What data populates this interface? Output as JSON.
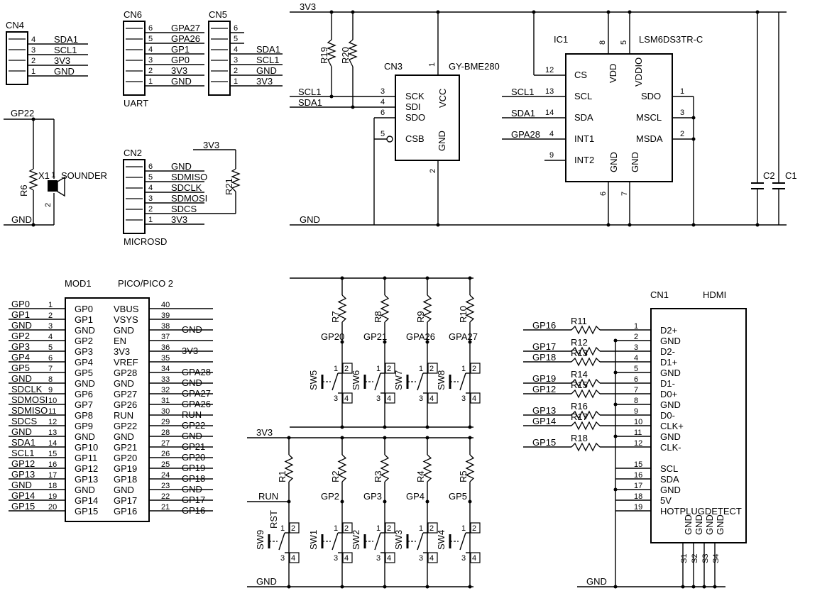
{
  "nets": {
    "v3": "3V3",
    "gnd": "GND"
  },
  "cn4": {
    "ref": "CN4",
    "pins": [
      "4",
      "3",
      "2",
      "1"
    ],
    "nets": [
      "SDA1",
      "SCL1",
      "3V3",
      "GND"
    ]
  },
  "cn6": {
    "ref": "CN6",
    "name": "UART",
    "pins": [
      "6",
      "5",
      "4",
      "3",
      "2",
      "1"
    ],
    "nets": [
      "GPA27",
      "GPA26",
      "GP1",
      "GP0",
      "3V3",
      "GND"
    ]
  },
  "cn5": {
    "ref": "CN5",
    "pins": [
      "6",
      "5",
      "4",
      "3",
      "2",
      "1"
    ],
    "nets": [
      "",
      "",
      "SDA1",
      "SCL1",
      "GND",
      "3V3"
    ]
  },
  "cn2": {
    "ref": "CN2",
    "name": "MICROSD",
    "pins": [
      "6",
      "5",
      "4",
      "3",
      "2",
      "1"
    ],
    "nets": [
      "GND",
      "SDMISO",
      "SDCLK",
      "SDMOSI",
      "SDCS",
      "3V3"
    ]
  },
  "sounder": {
    "net_top": "GP22",
    "net_bot": "GND",
    "r_ref": "R6",
    "x_ref": "X1",
    "x_name": "SOUNDER",
    "pin1": "1",
    "pin2": "2"
  },
  "r21": {
    "ref": "R21",
    "net": "3V3"
  },
  "cn3": {
    "ref": "CN3",
    "name": "GY-BME280",
    "pins": [
      "SCK",
      "SDI",
      "SDO",
      "CSB",
      "VCC",
      "GND"
    ],
    "pin_nums": [
      "3",
      "4",
      "6",
      "5",
      "1",
      "2"
    ],
    "r19": "R19",
    "r20": "R20",
    "nets": [
      "SCL1",
      "SDA1"
    ]
  },
  "ic1": {
    "ref": "IC1",
    "name": "LSM6DS3TR-C",
    "pins": [
      "CS",
      "SCL",
      "SDA",
      "INT1",
      "INT2",
      "VDD",
      "VDDIO",
      "SDO",
      "MSCL",
      "MSDA",
      "GND",
      "GND"
    ],
    "pin_nums": [
      "12",
      "13",
      "14",
      "4",
      "9",
      "8",
      "5",
      "1",
      "3",
      "2",
      "6",
      "7"
    ],
    "nets": [
      "SCL1",
      "SDA1",
      "GPA28"
    ],
    "c2": "C2",
    "c1": "C1"
  },
  "mod1": {
    "ref": "MOD1",
    "name": "PICO/PICO 2",
    "left_pins": [
      "GP0",
      "GP1",
      "GND",
      "GP2",
      "GP3",
      "GP4",
      "GP5",
      "GND",
      "GP6",
      "GP7",
      "GP8",
      "GP9",
      "GND",
      "GP10",
      "GP11",
      "GP12",
      "GP13",
      "GND",
      "GP14",
      "GP15"
    ],
    "left_nums": [
      "1",
      "2",
      "3",
      "4",
      "5",
      "6",
      "7",
      "8",
      "9",
      "10",
      "11",
      "12",
      "13",
      "14",
      "15",
      "16",
      "17",
      "18",
      "19",
      "20"
    ],
    "left_nets": [
      "GP0",
      "GP1",
      "GND",
      "GP2",
      "GP3",
      "GP4",
      "GP5",
      "GND",
      "SDCLK",
      "SDMOSI",
      "SDMISO",
      "SDCS",
      "GND",
      "SDA1",
      "SCL1",
      "GP12",
      "GP13",
      "GND",
      "GP14",
      "GP15"
    ],
    "right_pins": [
      "VBUS",
      "VSYS",
      "GND",
      "EN",
      "3V3",
      "VREF",
      "GP28",
      "GND",
      "GP27",
      "GP26",
      "RUN",
      "GP22",
      "GND",
      "GP21",
      "GP20",
      "GP19",
      "GP18",
      "GND",
      "GP17",
      "GP16"
    ],
    "right_nums": [
      "40",
      "39",
      "38",
      "37",
      "36",
      "35",
      "34",
      "33",
      "32",
      "31",
      "30",
      "29",
      "28",
      "27",
      "26",
      "25",
      "24",
      "23",
      "22",
      "21"
    ],
    "right_nets": [
      "",
      "",
      "GND",
      "",
      "3V3",
      "",
      "GPA28",
      "GND",
      "GPA27",
      "GPA26",
      "RUN",
      "GP22",
      "GND",
      "GP21",
      "GP20",
      "GP19",
      "GP18",
      "GND",
      "GP17",
      "GP16"
    ]
  },
  "sw_top": {
    "res": [
      "R7",
      "R8",
      "R9",
      "R10"
    ],
    "nets": [
      "GP20",
      "GP21",
      "GPA26",
      "GPA27"
    ],
    "sw": [
      "SW5",
      "SW6",
      "SW7",
      "SW8"
    ]
  },
  "sw_bot": {
    "net_v3": "3V3",
    "net_gnd": "GND",
    "res": [
      "R1",
      "R2",
      "R3",
      "R4",
      "R5"
    ],
    "nets": [
      "RUN",
      "GP2",
      "GP3",
      "GP4",
      "GP5"
    ],
    "sw": [
      "SW9",
      "SW1",
      "SW2",
      "SW3",
      "SW4"
    ],
    "rst": "RST"
  },
  "sw_pins": [
    "1",
    "2",
    "3",
    "4"
  ],
  "cn1": {
    "ref": "CN1",
    "name": "HDMI",
    "pins": [
      "D2+",
      "GND",
      "D2-",
      "D1+",
      "GND",
      "D1-",
      "D0+",
      "GND",
      "D0-",
      "CLK+",
      "GND",
      "CLK-",
      "SCL",
      "SDA",
      "GND",
      "5V",
      "HOTPLUGDETECT"
    ],
    "pin_nums": [
      "1",
      "2",
      "3",
      "4",
      "5",
      "6",
      "7",
      "8",
      "9",
      "10",
      "11",
      "12",
      "15",
      "16",
      "17",
      "18",
      "19"
    ],
    "res": [
      "R11",
      "R12",
      "R13",
      "R14",
      "R15",
      "R16",
      "R17",
      "R18"
    ],
    "nets": [
      "GP16",
      "GP17",
      "GP18",
      "GP19",
      "GP12",
      "GP13",
      "GP14",
      "GP15"
    ],
    "shield_pins": [
      "GND",
      "GND",
      "GND",
      "GND"
    ],
    "shield_nums": [
      "S1",
      "S2",
      "S3",
      "S4"
    ],
    "gnd": "GND"
  }
}
